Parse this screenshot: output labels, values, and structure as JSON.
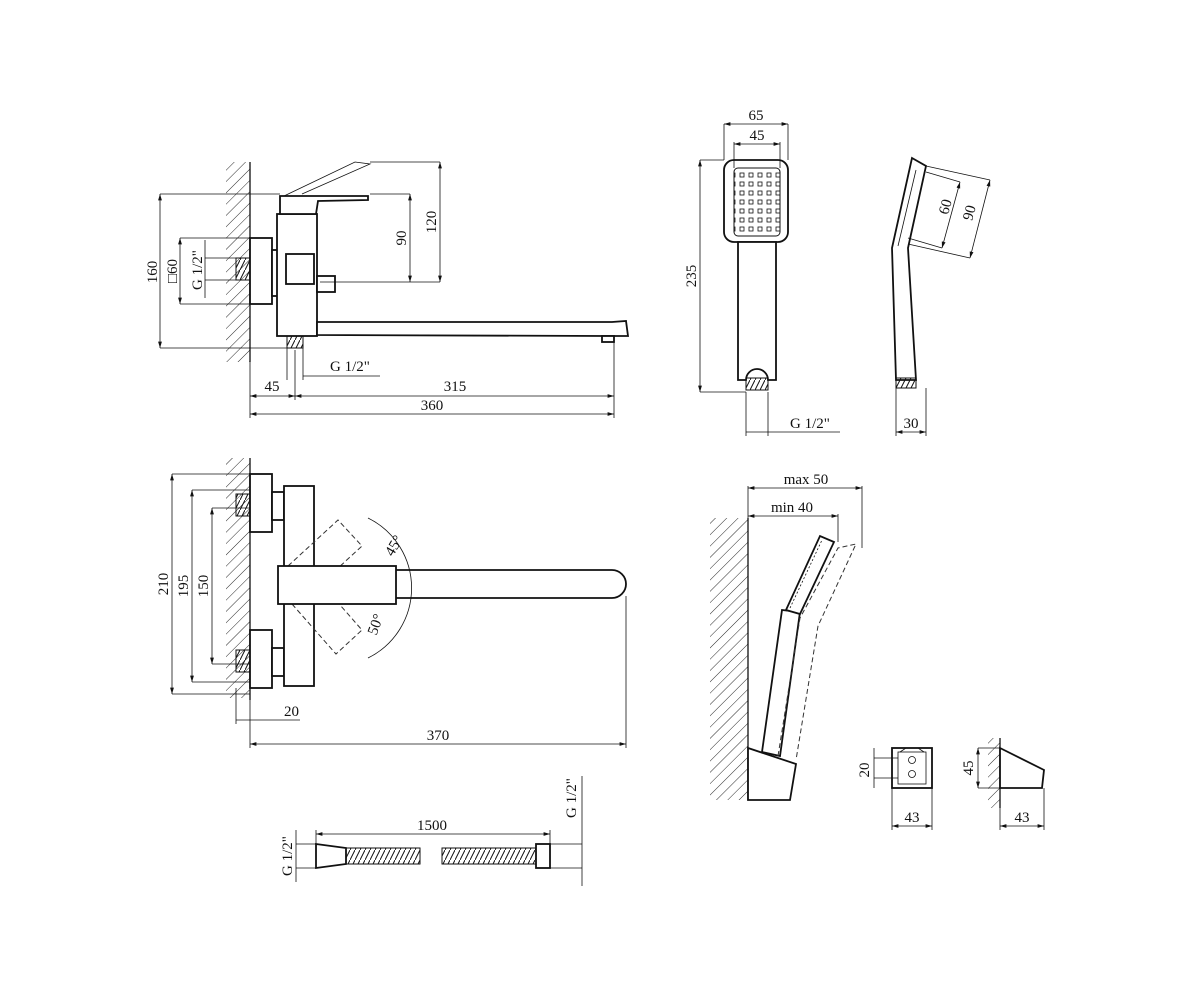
{
  "colors": {
    "line": "#111111",
    "background": "#ffffff"
  },
  "side_view": {
    "d160": "160",
    "d60": "□60",
    "g_inlet": "G 1/2\"",
    "d90": "90",
    "d120": "120",
    "g_outlet": "G 1/2\"",
    "d45": "45",
    "d315": "315",
    "d360": "360"
  },
  "top_view": {
    "d210": "210",
    "d195": "195",
    "d150": "150",
    "a45": "45°",
    "a50": "50°",
    "d20": "20",
    "d370": "370"
  },
  "hand_shower_front": {
    "d65": "65",
    "d45": "45",
    "d235": "235",
    "g": "G 1/2\""
  },
  "hand_shower_side": {
    "d60": "60",
    "d90": "90",
    "d30": "30"
  },
  "wall_holder_angle": {
    "max": "max 50",
    "min": "min 40"
  },
  "holder_front": {
    "d20": "20",
    "d43": "43"
  },
  "holder_side": {
    "d45": "45",
    "d43": "43"
  },
  "hose": {
    "length": "1500",
    "g_left": "G 1/2\"",
    "g_right": "G 1/2\""
  }
}
